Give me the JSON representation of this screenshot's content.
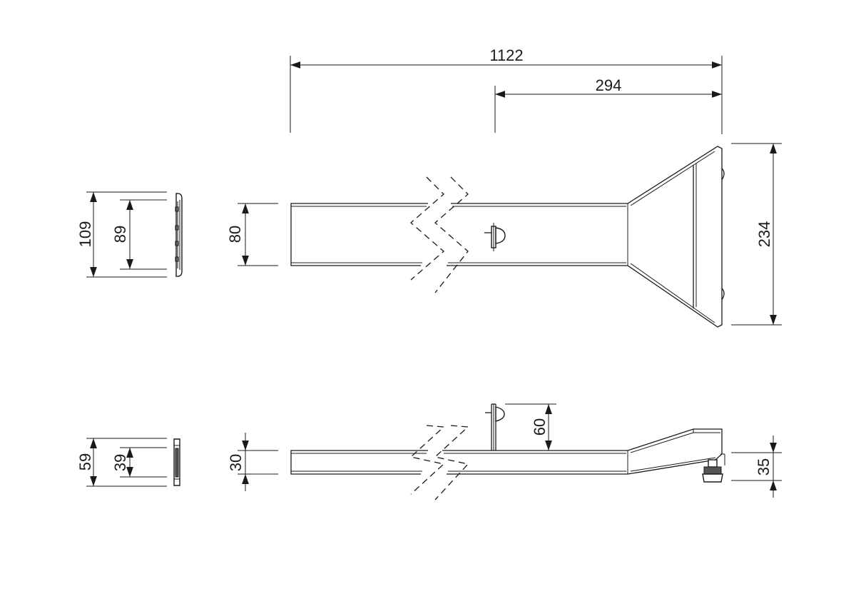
{
  "dimensions": {
    "overall_length": "1122",
    "head_length": "294",
    "head_width": "234",
    "arm_width": "80",
    "end_view_outer_width": "109",
    "end_view_inner_width": "89",
    "end_view_outer_height": "59",
    "end_view_inner_height": "39",
    "arm_height": "30",
    "pin_height": "60",
    "foot_height": "35"
  },
  "colors": {
    "line": "#1a1a1a",
    "background": "#ffffff"
  }
}
